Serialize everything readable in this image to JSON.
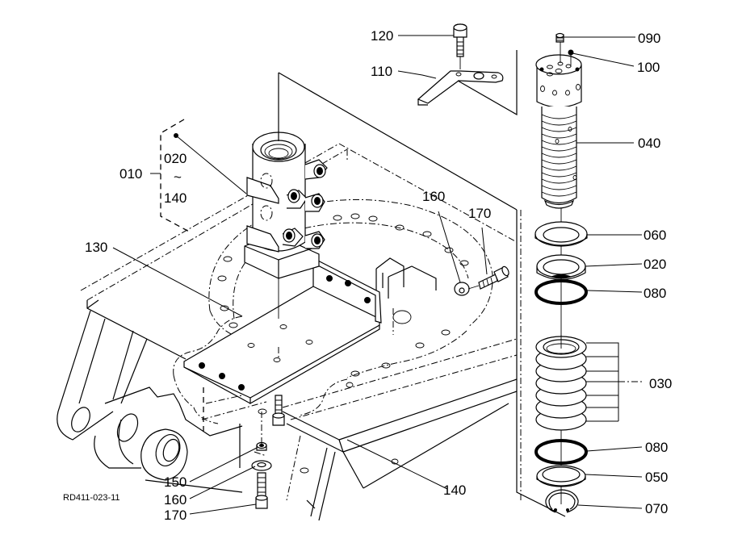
{
  "diagram": {
    "type": "exploded-parts-diagram",
    "drawing_code": "RD411-023-11",
    "assembly": {
      "label": "010",
      "range_start": "020",
      "range_symbol": "~",
      "range_end": "140"
    },
    "callouts": [
      {
        "id": "c120",
        "text": "120",
        "part": "bolt"
      },
      {
        "id": "c110",
        "text": "110",
        "part": "bracket"
      },
      {
        "id": "c090",
        "text": "090",
        "part": "plug"
      },
      {
        "id": "c100",
        "text": "100",
        "part": "ball"
      },
      {
        "id": "c040",
        "text": "040",
        "part": "swivel-shaft"
      },
      {
        "id": "c060",
        "text": "060",
        "part": "thrust-washer"
      },
      {
        "id": "c020",
        "text": "020",
        "part": "seal-ring"
      },
      {
        "id": "c080a",
        "text": "080",
        "part": "o-ring"
      },
      {
        "id": "c030",
        "text": "030",
        "part": "seal-set"
      },
      {
        "id": "c080b",
        "text": "080",
        "part": "o-ring"
      },
      {
        "id": "c050",
        "text": "050",
        "part": "washer"
      },
      {
        "id": "c070",
        "text": "070",
        "part": "snap-ring"
      },
      {
        "id": "c160a",
        "text": "160",
        "part": "washer"
      },
      {
        "id": "c170a",
        "text": "170",
        "part": "bolt"
      },
      {
        "id": "c130",
        "text": "130",
        "part": "stopper-plate"
      },
      {
        "id": "c140",
        "text": "140",
        "part": "frame-plate"
      },
      {
        "id": "c150",
        "text": "150",
        "part": "nut"
      },
      {
        "id": "c160b",
        "text": "160",
        "part": "washer"
      },
      {
        "id": "c170b",
        "text": "170",
        "part": "bolt"
      }
    ]
  }
}
